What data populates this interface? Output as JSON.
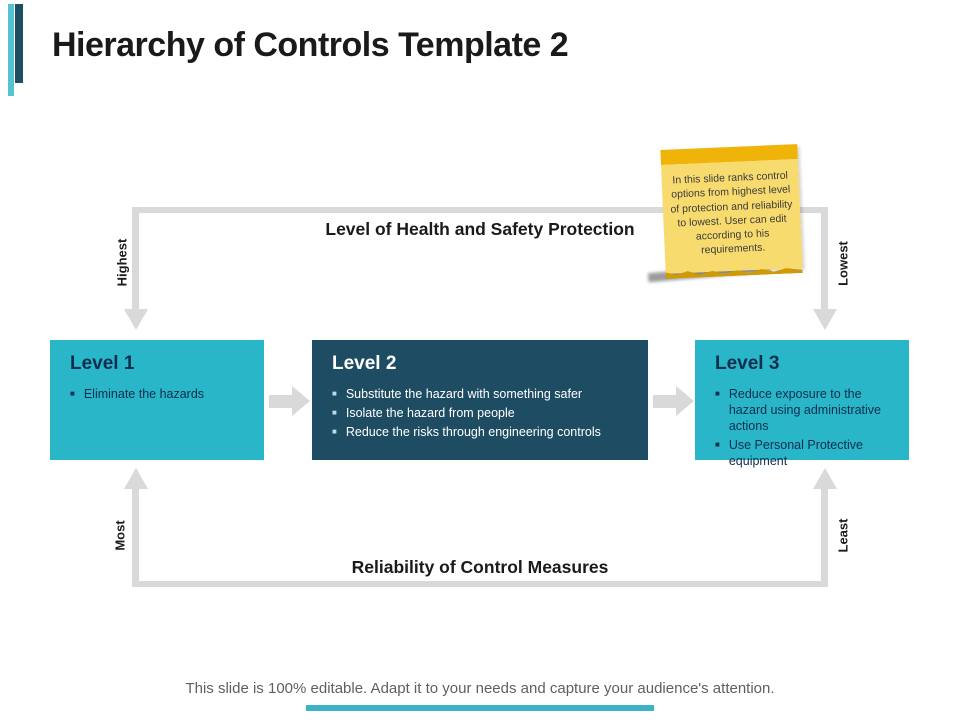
{
  "slide": {
    "title": "Hierarchy of Controls Template 2",
    "footer": "This slide is 100% editable. Adapt it to your needs and capture your audience's attention."
  },
  "diagram": {
    "top_axis": {
      "label": "Level of Health and Safety Protection",
      "left_label": "Highest",
      "right_label": "Lowest"
    },
    "bottom_axis": {
      "label": "Reliability of Control Measures",
      "left_label": "Most",
      "right_label": "Least"
    },
    "sticky_note": {
      "text": "In this slide ranks control options from highest level of protection and reliability to lowest. User can edit according to his requirements."
    },
    "levels": [
      {
        "title": "Level 1",
        "bullets": [
          "Eliminate the hazards"
        ]
      },
      {
        "title": "Level 2",
        "bullets": [
          "Substitute the hazard with something safer",
          "Isolate the hazard from people",
          "Reduce the risks through engineering controls"
        ]
      },
      {
        "title": "Level 3",
        "bullets": [
          "Reduce exposure to the hazard using administrative actions",
          "Use Personal Protective equipment"
        ]
      }
    ]
  },
  "colors": {
    "cyan_box": "#29b6c9",
    "dark_box": "#1e4d63",
    "arrow_gray": "#d9d9d9",
    "note_body": "#f8db6e",
    "note_band": "#efb30a",
    "accent_light": "#55c2d3",
    "accent_dark": "#1d4f63"
  }
}
